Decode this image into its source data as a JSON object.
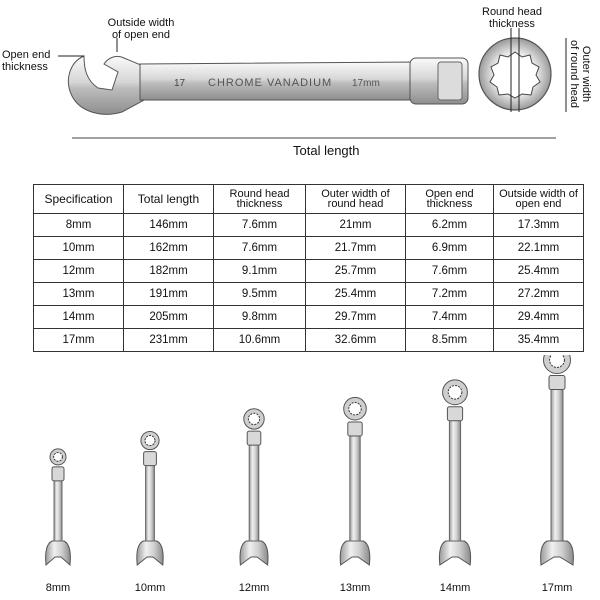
{
  "hero": {
    "shaft_text_left": "17",
    "shaft_text_center": "CHROME VANADIUM",
    "shaft_text_right": "17mm"
  },
  "annotations": {
    "outside_width_open_end": "Outside width\nof open end",
    "open_end_thickness": "Open end\nthickness",
    "round_head_thickness": "Round head\nthickness",
    "outer_width_round_head": "Outer width\nof round head",
    "total_length": "Total length"
  },
  "table": {
    "headers": [
      "Specification",
      "Total length",
      "Round head thickness",
      "Outer width of round head",
      "Open end thickness",
      "Outside width of open end"
    ],
    "rows": [
      [
        "8mm",
        "146mm",
        "7.6mm",
        "21mm",
        "6.2mm",
        "17.3mm"
      ],
      [
        "10mm",
        "162mm",
        "7.6mm",
        "21.7mm",
        "6.9mm",
        "22.1mm"
      ],
      [
        "12mm",
        "182mm",
        "9.1mm",
        "25.7mm",
        "7.6mm",
        "25.4mm"
      ],
      [
        "13mm",
        "191mm",
        "9.5mm",
        "25.4mm",
        "7.2mm",
        "27.2mm"
      ],
      [
        "14mm",
        "205mm",
        "9.8mm",
        "29.7mm",
        "7.4mm",
        "29.4mm"
      ],
      [
        "17mm",
        "231mm",
        "10.6mm",
        "32.6mm",
        "8.5mm",
        "35.4mm"
      ]
    ]
  },
  "wrench_sizes": [
    "8mm",
    "10mm",
    "12mm",
    "13mm",
    "14mm",
    "17mm"
  ],
  "colors": {
    "steel_light": "#f2f2f2",
    "steel_mid": "#c9c9c9",
    "steel_dark": "#8a8a8a",
    "line": "#222222"
  }
}
